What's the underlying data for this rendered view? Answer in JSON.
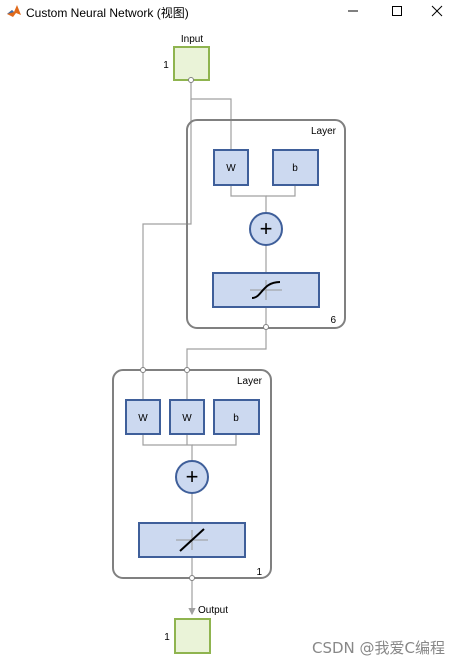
{
  "window": {
    "title": "Custom Neural Network (视图)",
    "icons": {
      "app": "matlab-icon",
      "minimize": "minimize-icon",
      "maximize": "maximize-icon",
      "close": "close-icon"
    }
  },
  "network": {
    "input": {
      "label": "Input",
      "size": "1"
    },
    "layer1": {
      "label": "Layer",
      "size": "6",
      "weight_label": "W",
      "bias_label": "b",
      "sum_symbol": "+",
      "transfer": "tansig"
    },
    "layer2": {
      "label": "Layer",
      "size": "1",
      "weight1_label": "W",
      "weight2_label": "W",
      "bias_label": "b",
      "sum_symbol": "+",
      "transfer": "purelin"
    },
    "output": {
      "label": "Output",
      "size": "1"
    }
  },
  "colors": {
    "io_fill": "#eaf3d8",
    "io_stroke": "#8fb44f",
    "block_fill": "#ccd9f0",
    "block_stroke": "#3f5f9a",
    "layer_stroke": "#808080",
    "line": "#a0a0a0"
  },
  "watermark": "CSDN @我爱C编程"
}
